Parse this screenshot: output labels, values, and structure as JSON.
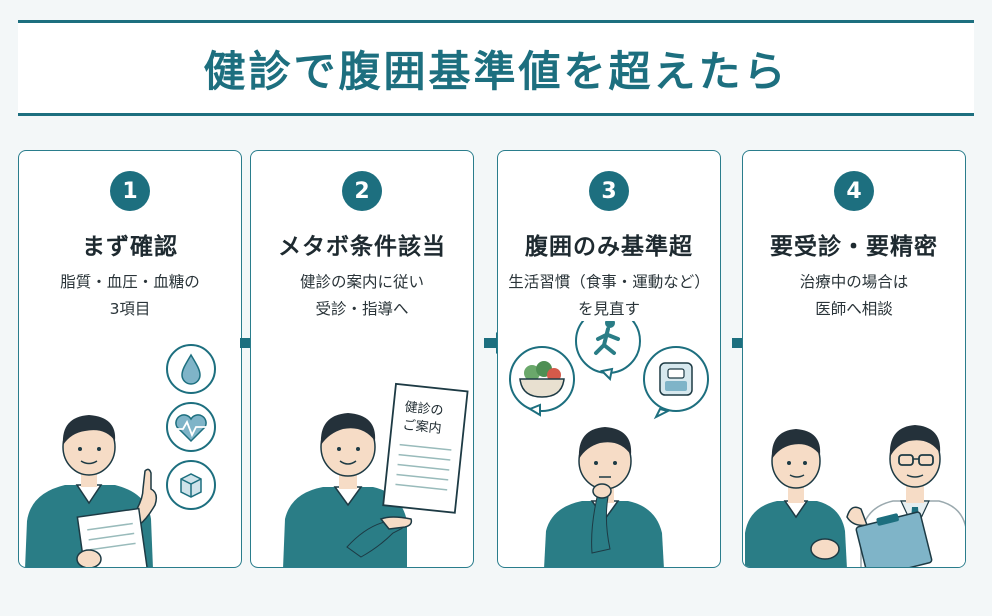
{
  "title": "健診で腹囲基準値を超えたら",
  "steps": [
    {
      "number": "1",
      "title": "まず確認",
      "desc": [
        "脂質・血圧・血糖の",
        "3項目"
      ]
    },
    {
      "number": "2",
      "title": "メタボ条件該当",
      "desc": [
        "健診の案内に従い",
        "受診・指導へ"
      ],
      "document_text": [
        "健診の",
        "ご案内"
      ]
    },
    {
      "number": "3",
      "title": "腹囲のみ基準超",
      "desc": [
        "生活習慣（食事・運動など）",
        "を見直す"
      ]
    },
    {
      "number": "4",
      "title": "要受診・要精密",
      "desc": [
        "治療中の場合は",
        "医師へ相談"
      ]
    }
  ],
  "icons": {
    "step1": [
      "water-drop-icon",
      "heart-pulse-icon",
      "sugar-cube-icon"
    ],
    "step3": [
      "salad-bowl-icon",
      "running-person-icon",
      "weight-scale-icon"
    ]
  },
  "colors": {
    "accent": "#1d6f7f",
    "shirt": "#2a7d86",
    "hair": "#24313a",
    "skin": "#f6dcc6"
  }
}
